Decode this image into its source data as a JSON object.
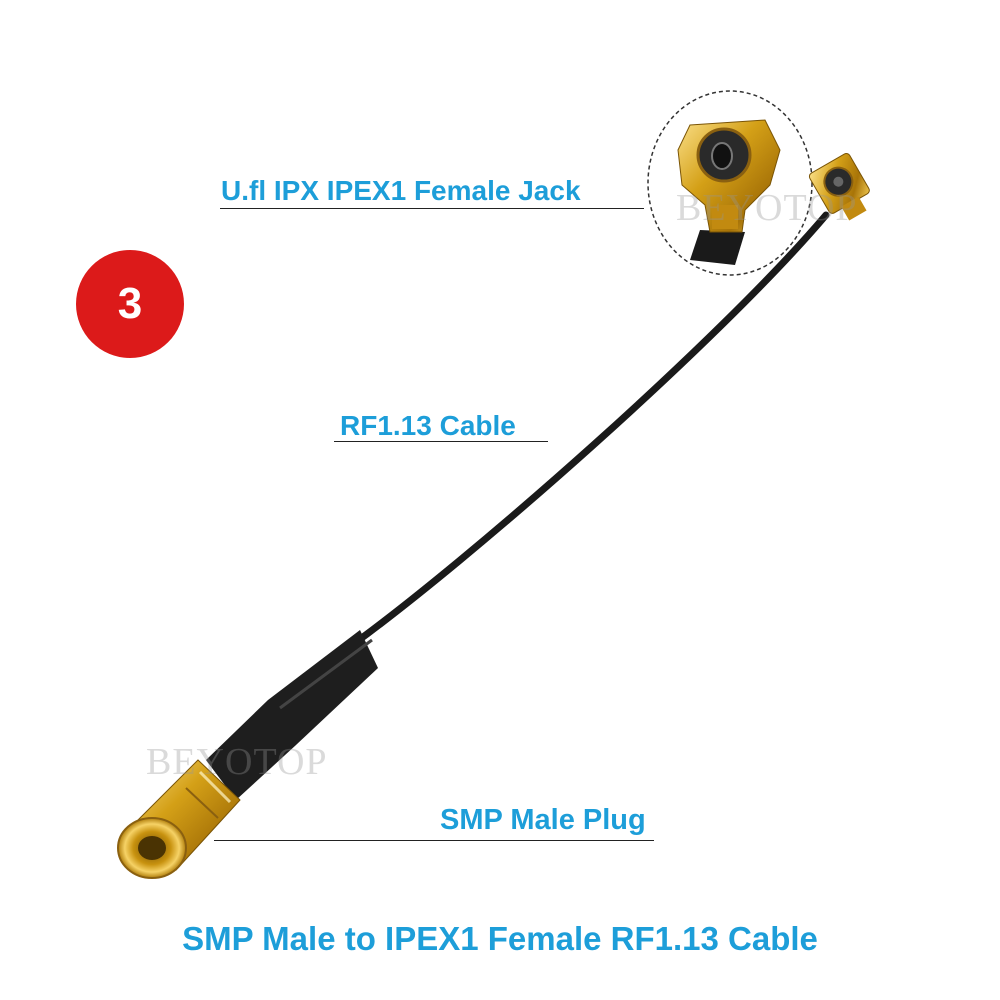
{
  "badge": {
    "number": "3",
    "color": "#dc1a1a"
  },
  "labels": {
    "jack": "U.fl IPX IPEX1 Female Jack",
    "cable": "RF1.13 Cable",
    "plug": "SMP Male Plug"
  },
  "title": "SMP Male to IPEX1 Female RF1.13 Cable",
  "watermark": "BEYOTOP",
  "colors": {
    "label_text": "#1d9ed9",
    "gold": "#d4a017",
    "cable": "#1a1a1a"
  }
}
